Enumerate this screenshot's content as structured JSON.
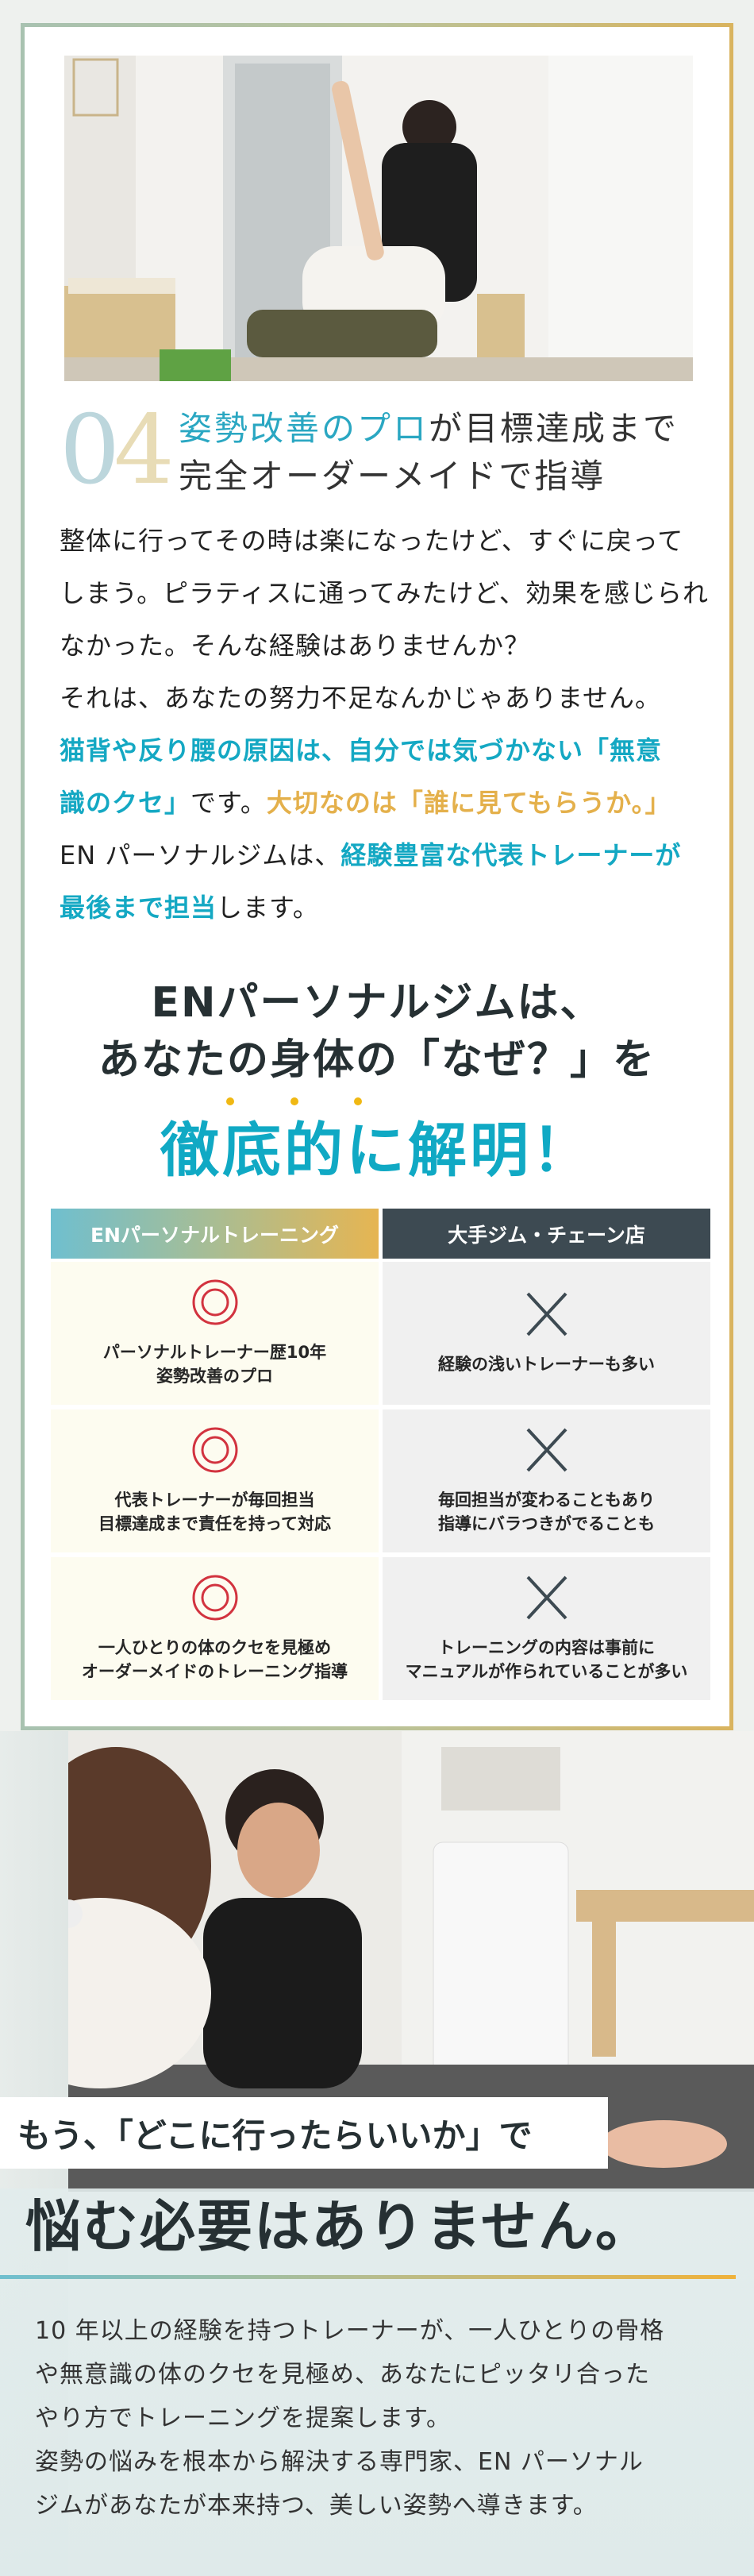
{
  "section04": {
    "number_first": "0",
    "number_second": "4",
    "title_highlight": "姿勢改善のプロ",
    "title_rest": "が目標達成まで",
    "title_line2": "完全オーダーメイドで指導",
    "lines": [
      "整体に行ってその時は楽になったけど、すぐに戻って",
      "しまう。ピラティスに通ってみたけど、効果を感じられ",
      "なかった。そんな経験はありませんか？",
      "それは、あなたの努力不足なんかじゃありません。",
      "猫背や反り腰の原因は、自分では気づかない「無意"
    ],
    "line6_teal": "識のクセ」",
    "line6_plain": "です。",
    "line6_gold": "大切なのは「誰に見てもらうか。」",
    "line7_plain": "EN パーソナルジムは、",
    "line7_teal": "経験豊富な代表トレーナーが",
    "line8_teal": "最後まで担当",
    "line8_plain": "します。"
  },
  "comparison": {
    "heading_line1": "ENパーソナルジムは、",
    "heading_line2": "あなたの身体の「なぜ？」を",
    "heading_emphasis": "徹底的に解明！",
    "col_en": "ENパーソナルトレーニング",
    "col_other": "大手ジム・チェーン店",
    "rows": [
      {
        "en_1": "パーソナルトレーナー歴10年",
        "en_2": "姿勢改善のプロ",
        "other_1": "経験の浅いトレーナーも多い",
        "other_2": ""
      },
      {
        "en_1": "代表トレーナーが毎回担当",
        "en_2": "目標達成まで責任を持って対応",
        "other_1": "毎回担当が変わることもあり",
        "other_2": "指導にバラつきがでることも"
      },
      {
        "en_1": "一人ひとりの体のクセを見極め",
        "en_2": "オーダーメイドのトレーニング指導",
        "other_1": "トレーニングの内容は事前に",
        "other_2": "マニュアルが作られていることが多い"
      }
    ]
  },
  "closing": {
    "label": "もう、「どこに行ったらいいか」で",
    "headline": "悩む必要はありません。",
    "lines": [
      "10 年以上の経験を持つトレーナーが、一人ひとりの骨格",
      "や無意識の体のクセを見極め、あなたにピッタリ合った",
      "やり方でトレーニングを提案します。",
      "姿勢の悩みを根本から解決する専門家、EN パーソナル",
      "ジムがあなたが本来持つ、美しい姿勢へ導きます。"
    ]
  },
  "colors": {
    "teal": "#14a8c3",
    "gold": "#e4b04b",
    "dark": "#3d4a52",
    "mark_red": "#d2333f"
  }
}
